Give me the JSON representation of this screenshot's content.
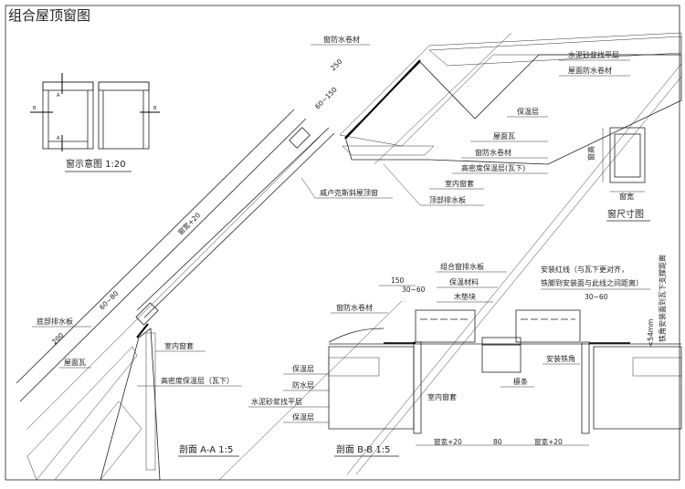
{
  "title": "组合屋顶窗图",
  "schematic": {
    "caption": "窗示意图 1:20",
    "marks": {
      "a_top": "A",
      "a_bottom": "A",
      "b_left": "B",
      "b_right": "B"
    }
  },
  "size_diagram": {
    "caption": "窗尺寸图",
    "height_label": "窗高",
    "width_label": "窗宽"
  },
  "section_aa": {
    "caption": "剖面 A-A 1:5",
    "dims": {
      "d250": "250",
      "d60_150": "60~150",
      "along": "窗宽+20",
      "d200": "200",
      "d60_80": "60~80"
    },
    "labels": {
      "top_flashing": "窗防水卷材",
      "mortar": "水泥砂浆找平层",
      "roof_membrane": "屋面防水卷材",
      "insulation": "保温层",
      "roof_tile": "屋面瓦",
      "window_membrane": "窗防水卷材",
      "hd_insulation": "高密度保温层(瓦下)",
      "lining": "室内窗套",
      "window": "威卢克斯斜屋顶窗",
      "top_drain": "顶部排水板",
      "bottom_drain": "底部排水板",
      "roof_tile2": "屋面瓦",
      "lining2": "室内窗套",
      "hd_insulation2": "高密度保温层（瓦下）",
      "insul_a": "保温层",
      "waterproof": "防水层",
      "mortar2": "水泥砂浆找平层",
      "insul_b": "保温层"
    }
  },
  "section_bb": {
    "caption": "剖面 B-B 1:5",
    "dims": {
      "d150": "150",
      "d30_60a": "30~60",
      "d30_60b": "30~60",
      "w_left": "窗宽+20",
      "gap": "80",
      "w_right": "窗宽+20",
      "max": "<54mm"
    },
    "labels": {
      "membrane": "窗防水卷材",
      "combo_drain": "组合窗排水板",
      "insul_mat": "保温材料",
      "wood_block": "木垫块",
      "install_line1": "安装红线（与瓦下更对齐，",
      "install_line2": "铁脚到安装面与此线之间距离）",
      "bracket": "安装铁角",
      "beam": "檩条",
      "lining": "室内窗套",
      "vertical_note": "铁角安装面到瓦下支撑距离"
    }
  }
}
